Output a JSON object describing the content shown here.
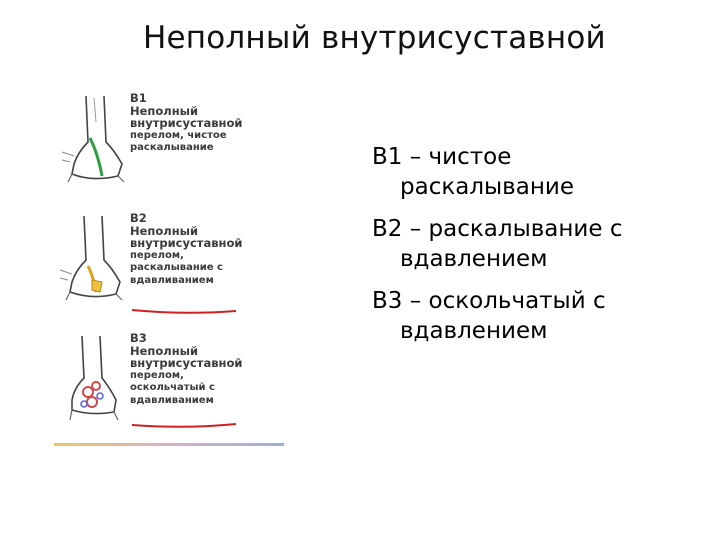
{
  "title": "Неполный внутрисуставной",
  "figures": [
    {
      "code": "B1",
      "lines": [
        "Неполный",
        "внутрисуставной",
        "перелом, чистое",
        "раскалывание"
      ],
      "fracture_color": "#2e9e3e"
    },
    {
      "code": "B2",
      "lines": [
        "Неполный",
        "внутрисуставной",
        "перелом,",
        "раскалывание с",
        "вдавливанием"
      ],
      "fracture_color": "#e0a020"
    },
    {
      "code": "B3",
      "lines": [
        "Неполный",
        "внутрисуставной",
        "перелом,",
        "оскольчатый с",
        "вдавливанием"
      ],
      "fracture_color": "#d24a4a"
    }
  ],
  "underline_color": "#d02020",
  "items": [
    {
      "code": "B1",
      "text": " – чистое",
      "text2": "раскалывание"
    },
    {
      "code": "B2",
      "text": " – раскалывание с",
      "text2": "вдавлением"
    },
    {
      "code": "B3",
      "text": " – оскольчатый с",
      "text2": "вдавлением"
    }
  ]
}
